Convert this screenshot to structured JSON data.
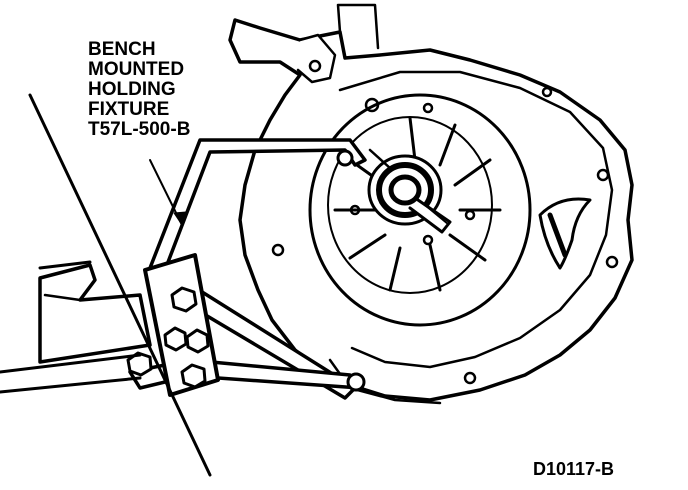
{
  "callout": {
    "lines": [
      "BENCH",
      "MOUNTED",
      "HOLDING",
      "FIXTURE",
      "T57L-500-B"
    ]
  },
  "figure_id": "D10117-B",
  "colors": {
    "ink": "#000000",
    "paper": "#ffffff"
  }
}
